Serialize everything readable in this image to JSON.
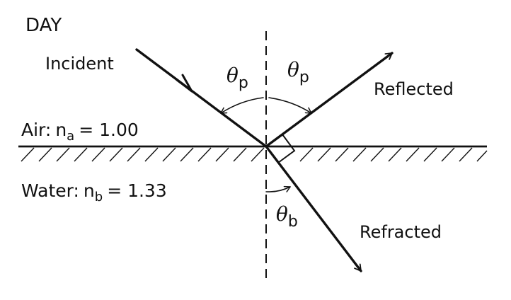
{
  "corner_label": "DAY",
  "rays": {
    "incident_label": "Incident",
    "reflected_label": "Reflected",
    "refracted_label": "Refracted"
  },
  "media": {
    "air": {
      "name": "Air:",
      "symbol": "n",
      "subscript": "a",
      "value": "= 1.00"
    },
    "water": {
      "name": "Water:",
      "symbol": "n",
      "subscript": "b",
      "value": "= 1.33"
    }
  },
  "angles": {
    "incident": {
      "symbol": "θ",
      "subscript": "p"
    },
    "reflected": {
      "symbol": "θ",
      "subscript": "p"
    },
    "refracted": {
      "symbol": "θ",
      "subscript": "b"
    }
  },
  "colors": {
    "ink": "#111111",
    "background": "#ffffff"
  }
}
